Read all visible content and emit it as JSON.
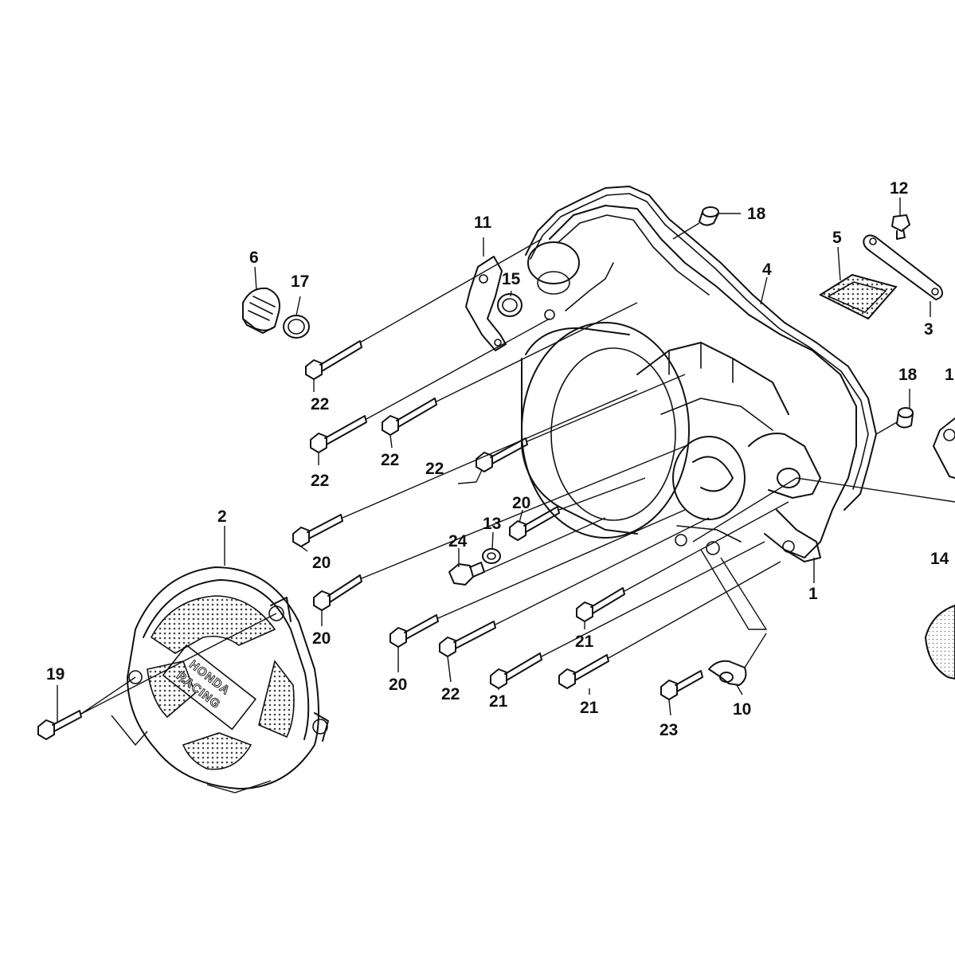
{
  "colors": {
    "ink": "#111111",
    "paper": "#ffffff",
    "hatch": "#555555"
  },
  "callouts": [
    {
      "id": "c1",
      "text": "1"
    },
    {
      "id": "c2",
      "text": "2"
    },
    {
      "id": "c3",
      "text": "3"
    },
    {
      "id": "c4",
      "text": "4"
    },
    {
      "id": "c5",
      "text": "5"
    },
    {
      "id": "c6",
      "text": "6"
    },
    {
      "id": "c10",
      "text": "10"
    },
    {
      "id": "c11",
      "text": "11"
    },
    {
      "id": "c12",
      "text": "12"
    },
    {
      "id": "c13",
      "text": "13"
    },
    {
      "id": "c14",
      "text": "14"
    },
    {
      "id": "c15",
      "text": "15"
    },
    {
      "id": "c17",
      "text": "17"
    },
    {
      "id": "c18a",
      "text": "18"
    },
    {
      "id": "c18b",
      "text": "18"
    },
    {
      "id": "c19",
      "text": "19"
    },
    {
      "id": "c20a",
      "text": "20"
    },
    {
      "id": "c20b",
      "text": "20"
    },
    {
      "id": "c20c",
      "text": "20"
    },
    {
      "id": "c20d",
      "text": "20"
    },
    {
      "id": "c21a",
      "text": "21"
    },
    {
      "id": "c21b",
      "text": "21"
    },
    {
      "id": "c21c",
      "text": "21"
    },
    {
      "id": "c22a",
      "text": "22"
    },
    {
      "id": "c22b",
      "text": "22"
    },
    {
      "id": "c22c",
      "text": "22"
    },
    {
      "id": "c22d",
      "text": "22"
    },
    {
      "id": "c22e",
      "text": "22"
    },
    {
      "id": "c23",
      "text": "23"
    },
    {
      "id": "c24",
      "text": "24"
    },
    {
      "id": "c1cut",
      "text": "1"
    }
  ],
  "logo_text": {
    "line1": "HONDA",
    "line2": "RACING"
  }
}
